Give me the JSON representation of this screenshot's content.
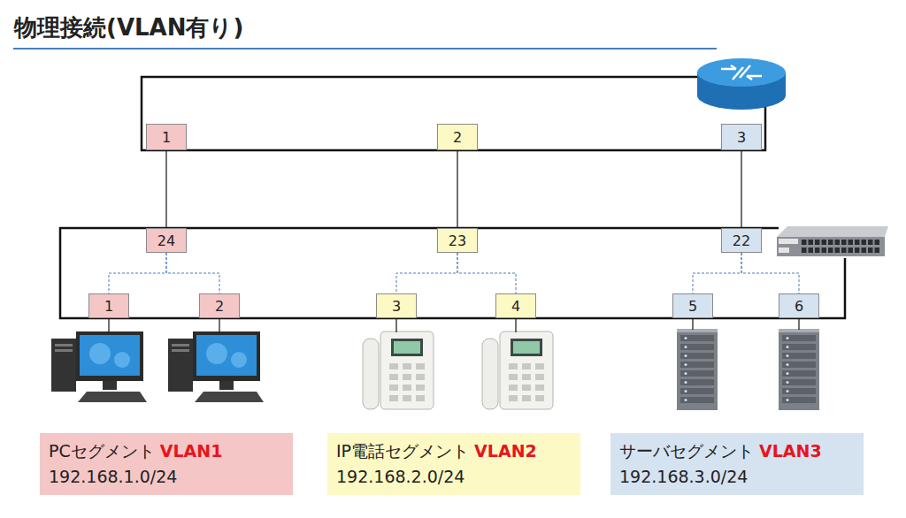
{
  "diagram": {
    "title": "物理接続(VLAN有り)",
    "nodes": [
      {
        "text": [
          "1"
        ]
      },
      {
        "text": [
          "2"
        ]
      },
      {
        "text": [
          "3"
        ]
      },
      {
        "text": [
          "24"
        ]
      },
      {
        "text": [
          "23"
        ]
      },
      {
        "text": [
          "22"
        ]
      },
      {
        "text": [
          "1"
        ]
      },
      {
        "text": [
          "2"
        ]
      },
      {
        "text": [
          "3"
        ]
      },
      {
        "text": [
          "4"
        ]
      },
      {
        "text": [
          "5"
        ]
      },
      {
        "text": [
          "6"
        ]
      },
      {
        "text": [
          "PCセグメント",
          "VLAN1",
          "192.168.1.0/24"
        ]
      },
      {
        "text": [
          "IP電話セグメント",
          "VLAN2",
          "192.168.2.0/24"
        ]
      },
      {
        "text": [
          "サーバセグメント",
          "VLAN3",
          "192.168.3.0/24"
        ]
      }
    ],
    "edges": [
      {
        "from": 0,
        "to": 3,
        "arrow": "none"
      },
      {
        "from": 1,
        "to": 4,
        "arrow": "none"
      },
      {
        "from": 2,
        "to": 5,
        "arrow": "none"
      },
      {
        "from": 3,
        "to": 6,
        "arrow": "none"
      },
      {
        "from": 3,
        "to": 7,
        "arrow": "none"
      },
      {
        "from": 4,
        "to": 8,
        "arrow": "none"
      },
      {
        "from": 4,
        "to": 9,
        "arrow": "none"
      },
      {
        "from": 5,
        "to": 10,
        "arrow": "none"
      },
      {
        "from": 5,
        "to": 11,
        "arrow": "none"
      }
    ]
  }
}
